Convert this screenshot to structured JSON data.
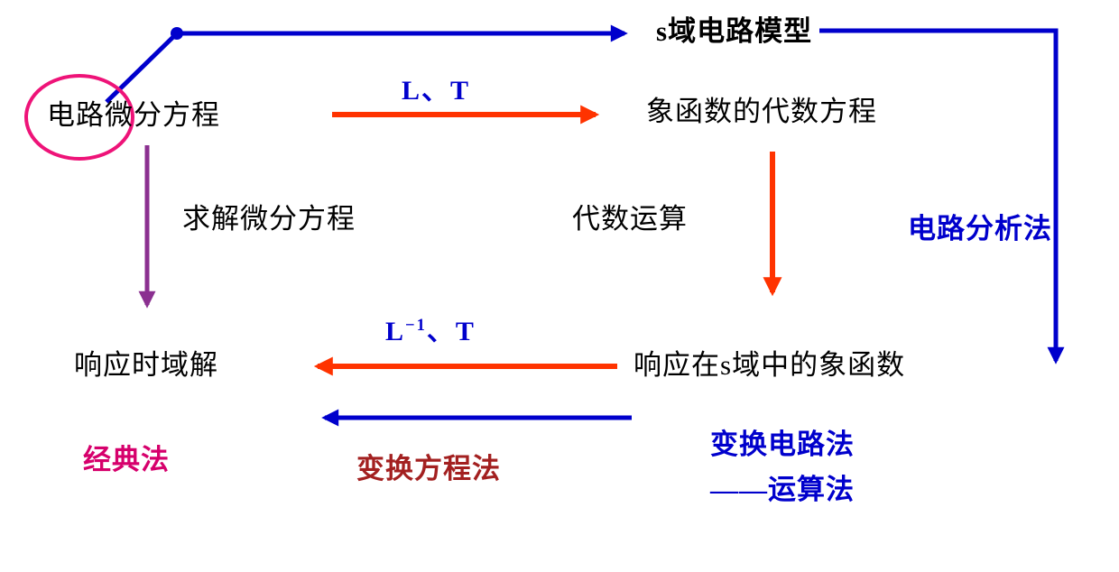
{
  "colors": {
    "background": "#ffffff",
    "black": "#000000",
    "blue": "#0000cc",
    "red": "#ff3300",
    "purple": "#8b3090",
    "pink": "#ee1378",
    "magenta": "#d6006c",
    "maroon": "#a32020"
  },
  "nodes": {
    "s_domain_model": "s域电路模型",
    "circuit_diff_eq": "电路微分方程",
    "algebraic_eq": "象函数的代数方程",
    "solve_diff_eq": "求解微分方程",
    "algebraic_operation": "代数运算",
    "circuit_analysis_method": "电路分析法",
    "time_domain_solution": "响应时域解",
    "s_domain_response": "响应在s域中的象函数",
    "classical_method": "经典法",
    "transform_equation_method": "变换方程法",
    "transform_circuit_method": "变换电路法",
    "operational_method": "——运算法"
  },
  "arrow_labels": {
    "laplace": "L、T",
    "inverse_base": "L",
    "inverse_sup": "−1",
    "inverse_rest": "、T"
  }
}
